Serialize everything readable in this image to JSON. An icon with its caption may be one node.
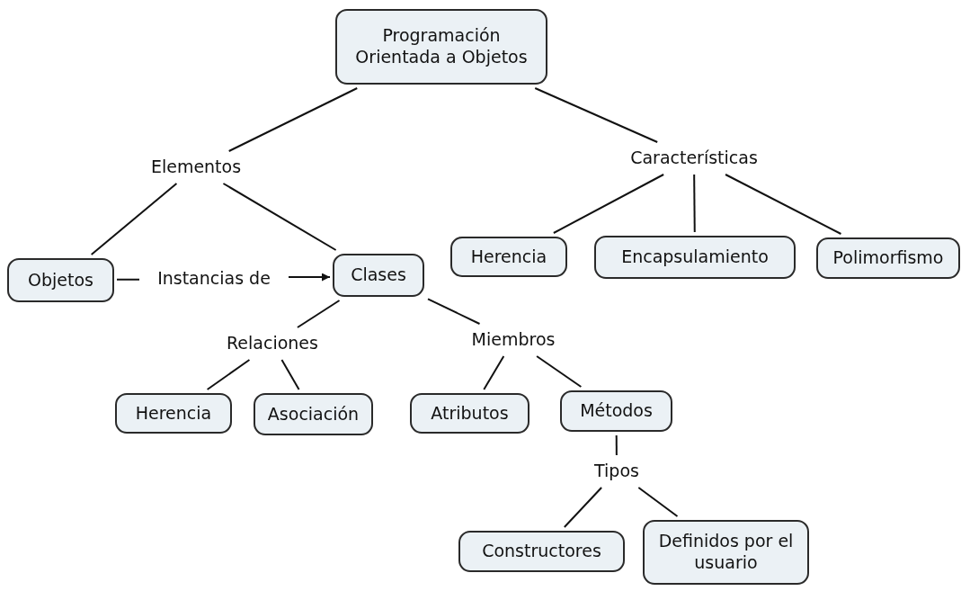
{
  "diagram": {
    "nodes": [
      {
        "text": [
          "Programación Orientada a Objetos"
        ]
      },
      {
        "text": [
          "Elementos"
        ]
      },
      {
        "text": [
          "Características"
        ]
      },
      {
        "text": [
          "Objetos"
        ]
      },
      {
        "text": [
          "Instancias de"
        ]
      },
      {
        "text": [
          "Clases"
        ]
      },
      {
        "text": [
          "Herencia"
        ]
      },
      {
        "text": [
          "Encapsulamiento"
        ]
      },
      {
        "text": [
          "Polimorfismo"
        ]
      },
      {
        "text": [
          "Relaciones"
        ]
      },
      {
        "text": [
          "Miembros"
        ]
      },
      {
        "text": [
          "Herencia"
        ]
      },
      {
        "text": [
          "Asociación"
        ]
      },
      {
        "text": [
          "Atributos"
        ]
      },
      {
        "text": [
          "Métodos"
        ]
      },
      {
        "text": [
          "Tipos"
        ]
      },
      {
        "text": [
          "Constructores"
        ]
      },
      {
        "text": [
          "Definidos por el usuario"
        ]
      }
    ],
    "edges": [
      {
        "from": 0,
        "to": 1,
        "arrow": "none"
      },
      {
        "from": 0,
        "to": 2,
        "arrow": "none"
      },
      {
        "from": 1,
        "to": 3,
        "arrow": "none"
      },
      {
        "from": 1,
        "to": 5,
        "arrow": "none"
      },
      {
        "from": 2,
        "to": 6,
        "arrow": "none"
      },
      {
        "from": 2,
        "to": 7,
        "arrow": "none"
      },
      {
        "from": 2,
        "to": 8,
        "arrow": "none"
      },
      {
        "from": 3,
        "to": 4,
        "arrow": "none"
      },
      {
        "from": 4,
        "to": 5,
        "arrow": "to"
      },
      {
        "from": 5,
        "to": 9,
        "arrow": "none"
      },
      {
        "from": 5,
        "to": 10,
        "arrow": "none"
      },
      {
        "from": 9,
        "to": 11,
        "arrow": "none"
      },
      {
        "from": 9,
        "to": 12,
        "arrow": "none"
      },
      {
        "from": 10,
        "to": 13,
        "arrow": "none"
      },
      {
        "from": 10,
        "to": 14,
        "arrow": "none"
      },
      {
        "from": 14,
        "to": 15,
        "arrow": "none"
      },
      {
        "from": 15,
        "to": 16,
        "arrow": "none"
      },
      {
        "from": 15,
        "to": 17,
        "arrow": "none"
      }
    ]
  }
}
